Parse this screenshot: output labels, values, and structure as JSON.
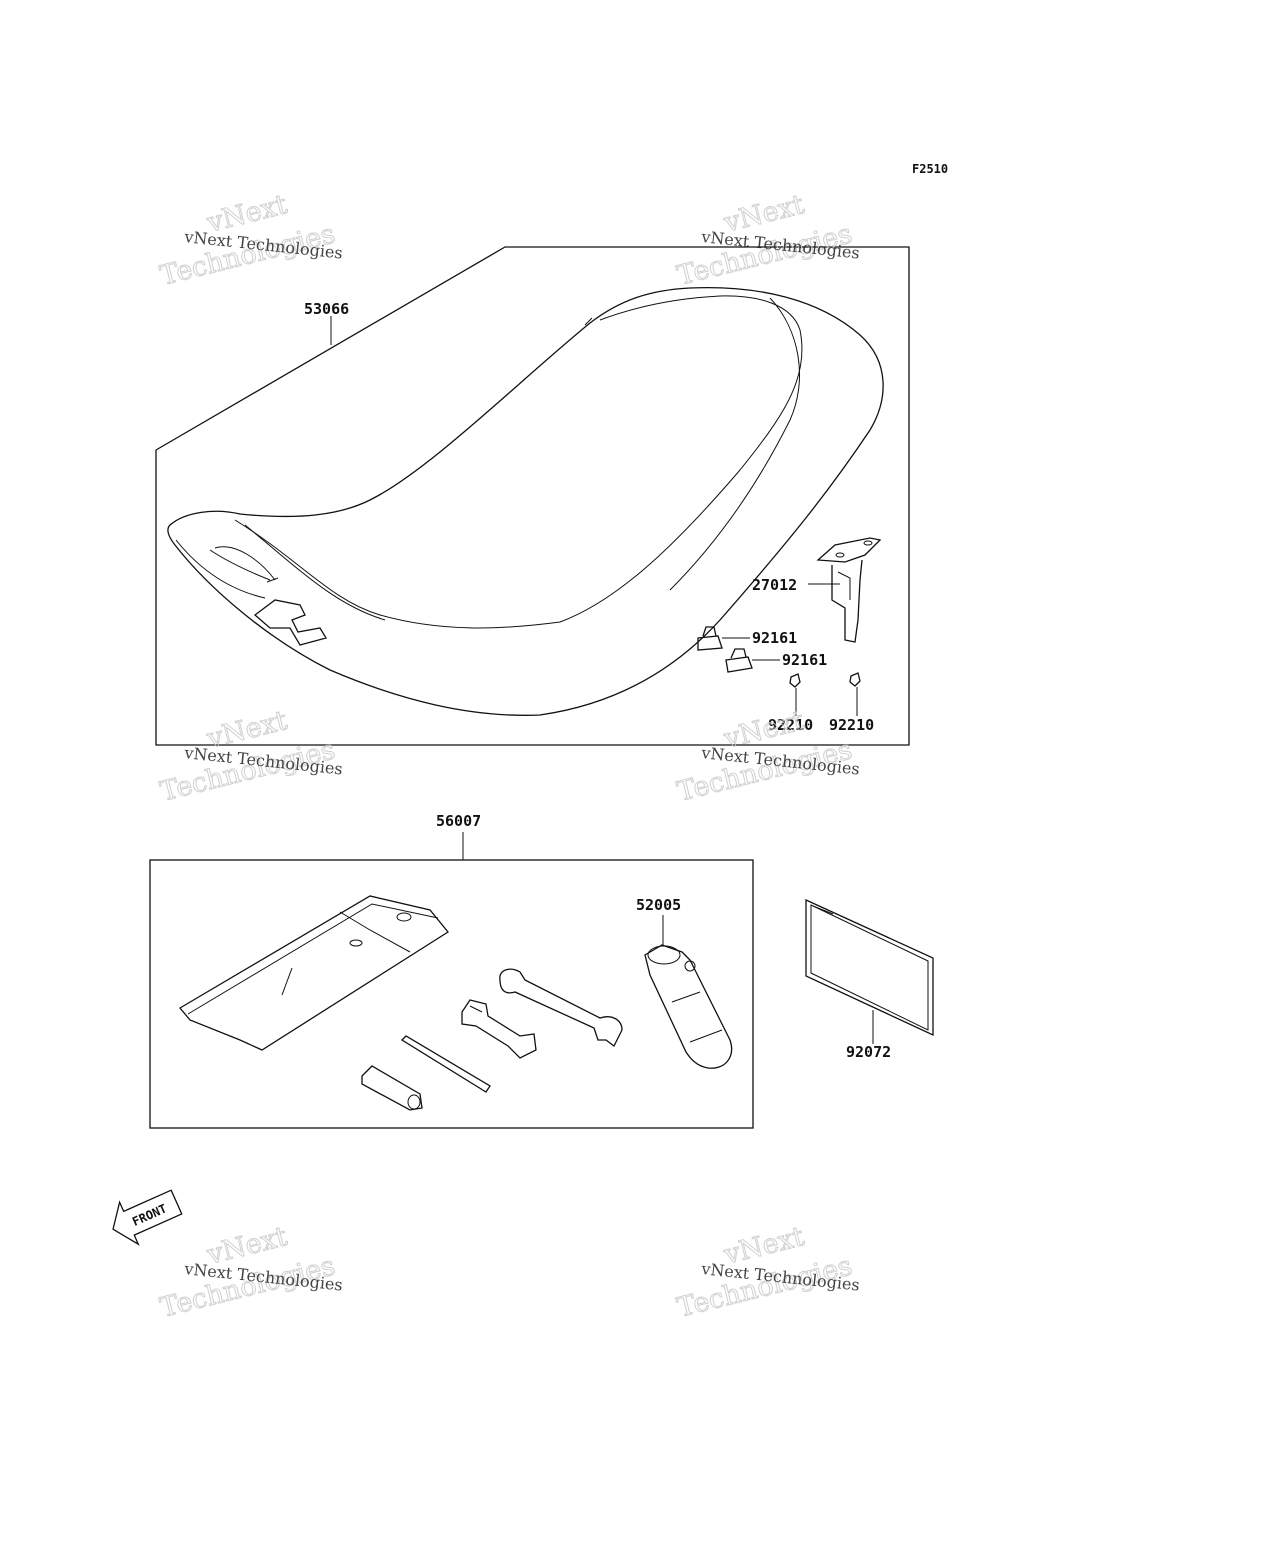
{
  "figure_code": "F2510",
  "parts": {
    "seat_assembly": "53066",
    "seat_bracket": "27012",
    "cushion_upper": "92161",
    "cushion_lower": "92161",
    "clip_left": "92210",
    "clip_right": "92210",
    "tool_kit": "56007",
    "spark_plug_wrench": "52005",
    "owners_manual": "92072"
  },
  "front_marker": "FRONT",
  "watermark": {
    "brand_line1": "vNext",
    "brand_line2": "Technologies",
    "brand_full": "vNext Technologies"
  }
}
